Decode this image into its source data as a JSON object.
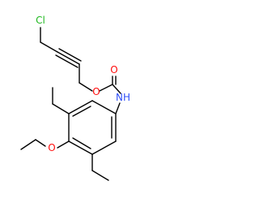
{
  "molecule": {
    "atoms": {
      "chlorine": {
        "label": "Cl",
        "color": "#1fb81f"
      },
      "ester_oxygen": {
        "label": "O",
        "color": "#ff0d0d"
      },
      "carbonyl_oxygen": {
        "label": "O",
        "color": "#ff0d0d"
      },
      "amide_nitrogen": {
        "label": "NH",
        "color": "#3050f8"
      },
      "ether_oxygen": {
        "label": "O",
        "color": "#ff0d0d"
      }
    },
    "bond_color": "#000000"
  }
}
